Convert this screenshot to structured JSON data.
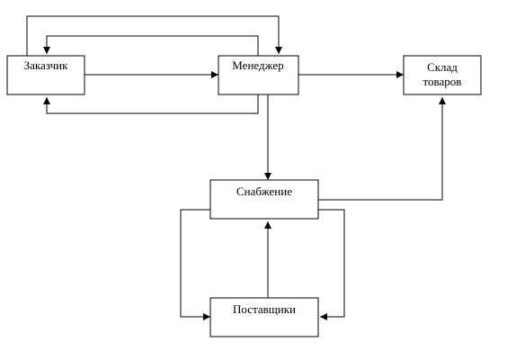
{
  "diagram": {
    "nodes": {
      "customer": {
        "label": "Заказчик"
      },
      "manager": {
        "label": "Менеджер"
      },
      "warehouse": {
        "line1": "Склад",
        "line2": "товаров"
      },
      "supply": {
        "label": "Снабжение"
      },
      "suppliers": {
        "label": "Поставщики"
      }
    },
    "colors": {
      "stroke": "#000000",
      "fill": "#ffffff",
      "background": "#ffffff"
    }
  }
}
